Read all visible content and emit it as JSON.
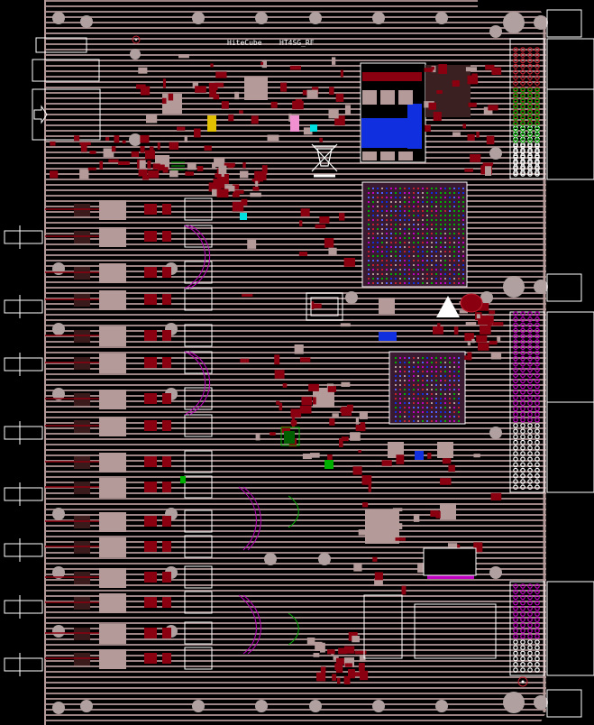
{
  "board": {
    "silkscreen_labels": [
      "HiteCube",
      "HT4SG_RF"
    ],
    "layer_colors": {
      "background": "#000000",
      "copper_pour": "#9e8585",
      "top_copper": "#8b0010",
      "pad": "#b59a9a",
      "silkscreen": "#ffffff",
      "via": "#5060ff",
      "inner_magenta": "#c000c0",
      "inner_green": "#00b000",
      "inner_blue": "#1030e0",
      "cyan": "#00e0e0",
      "yellow": "#e0c000",
      "pink": "#f090d0"
    },
    "left_sma_connectors": 8,
    "right_edge_connectors": 4,
    "icons": [
      "weee-bin-symbol",
      "esd-warning-symbol",
      "esd-circle-logo"
    ]
  }
}
